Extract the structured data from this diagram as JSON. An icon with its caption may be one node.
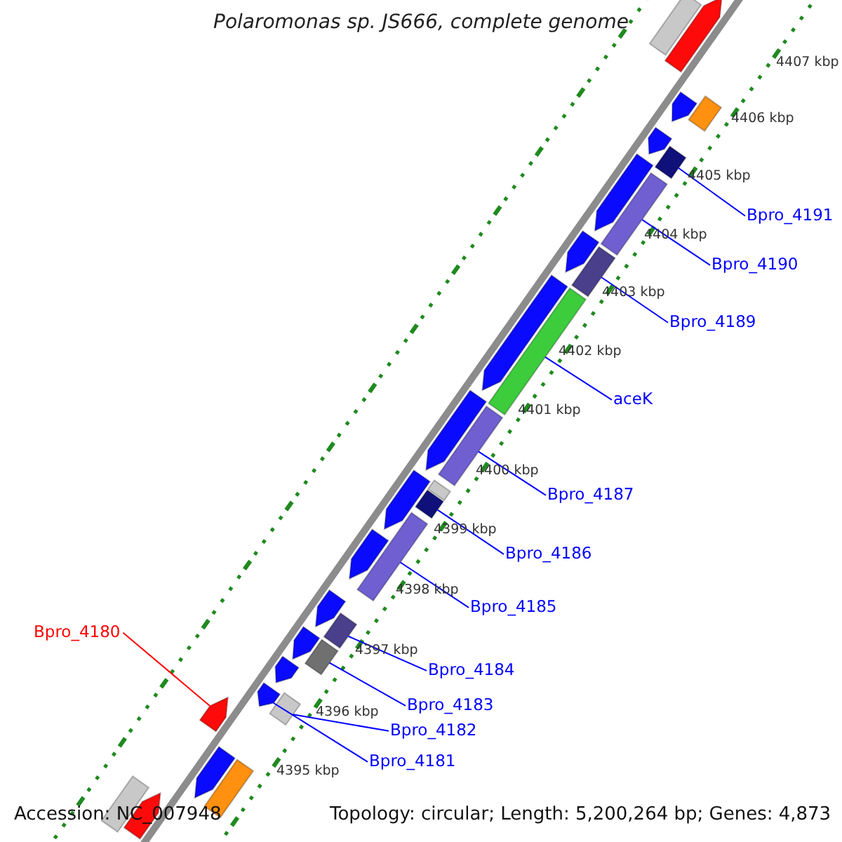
{
  "diagram": {
    "title": "Polaromonas sp. JS666, complete genome",
    "nodes": [
      {
        "text": [
          "Bpro_4191"
        ]
      },
      {
        "text": [
          "Bpro_4190"
        ]
      },
      {
        "text": [
          "Bpro_4189"
        ]
      },
      {
        "text": [
          "aceK"
        ]
      },
      {
        "text": [
          "Bpro_4187"
        ]
      },
      {
        "text": [
          "Bpro_4186"
        ]
      },
      {
        "text": [
          "Bpro_4185"
        ]
      },
      {
        "text": [
          "Bpro_4180"
        ]
      },
      {
        "text": [
          "Bpro_4184"
        ]
      },
      {
        "text": [
          "Bpro_4183"
        ]
      },
      {
        "text": [
          "Bpro_4182"
        ]
      },
      {
        "text": [
          "Bpro_4181"
        ]
      },
      {
        "text": [],
        "shape": "bar"
      },
      {
        "text": [],
        "shape": "pentagon"
      },
      {
        "text": [],
        "shape": "pentagon"
      },
      {
        "text": [],
        "shape": "bar"
      },
      {
        "text": [],
        "shape": "pentagon"
      },
      {
        "text": [],
        "shape": "bar"
      },
      {
        "text": [],
        "shape": "pentagon"
      },
      {
        "text": [],
        "shape": "bar"
      },
      {
        "text": [],
        "shape": "pentagon"
      },
      {
        "text": [],
        "shape": "bar"
      },
      {
        "text": [],
        "shape": "pentagon"
      },
      {
        "text": [],
        "shape": "bar"
      },
      {
        "text": [],
        "shape": "pentagon"
      },
      {
        "text": [],
        "shape": "bar"
      },
      {
        "text": [],
        "shape": "bar"
      },
      {
        "text": [],
        "shape": "bar"
      },
      {
        "text": [],
        "shape": "pentagon"
      },
      {
        "text": [],
        "shape": "pentagon"
      },
      {
        "text": [],
        "shape": "bar"
      },
      {
        "text": [],
        "shape": "pentagon"
      },
      {
        "text": [],
        "shape": "bar"
      },
      {
        "text": [],
        "shape": "pentagon"
      },
      {
        "text": [],
        "shape": "bar"
      },
      {
        "text": [],
        "shape": "pentagon"
      },
      {
        "text": [],
        "shape": "pentagon"
      },
      {
        "text": [],
        "shape": "bar"
      },
      {
        "text": [],
        "shape": "pentagon"
      },
      {
        "text": [],
        "shape": "pentagon"
      },
      {
        "text": [],
        "shape": "bar"
      },
      {
        "text": [],
        "shape": "bar"
      },
      {
        "text": [],
        "shape": "pentagon"
      }
    ],
    "edges": [
      {
        "from": 0,
        "to": 17,
        "arrow": "none"
      },
      {
        "from": 1,
        "to": 19,
        "arrow": "none"
      },
      {
        "from": 2,
        "to": 21,
        "arrow": "none"
      },
      {
        "from": 3,
        "to": 23,
        "arrow": "none"
      },
      {
        "from": 4,
        "to": 25,
        "arrow": "none"
      },
      {
        "from": 5,
        "to": 27,
        "arrow": "none"
      },
      {
        "from": 6,
        "to": 30,
        "arrow": "none"
      },
      {
        "from": 7,
        "to": 38,
        "arrow": "none",
        "color": "#ff0000"
      },
      {
        "from": 8,
        "to": 32,
        "arrow": "none"
      },
      {
        "from": 9,
        "to": 34,
        "arrow": "none"
      },
      {
        "from": 10,
        "to": 37,
        "arrow": "none"
      },
      {
        "from": 11,
        "to": 36,
        "arrow": "none"
      }
    ],
    "labels": [
      "4407 kbp",
      "4406 kbp",
      "4405 kbp",
      "4404 kbp",
      "4403 kbp",
      "4402 kbp",
      "4401 kbp",
      "4400 kbp",
      "4399 kbp",
      "4398 kbp",
      "4397 kbp",
      "4396 kbp",
      "4395 kbp",
      "Accession: NC_007948",
      "Topology: circular; Length: 5,200,264 bp; Genes: 4,873"
    ]
  }
}
